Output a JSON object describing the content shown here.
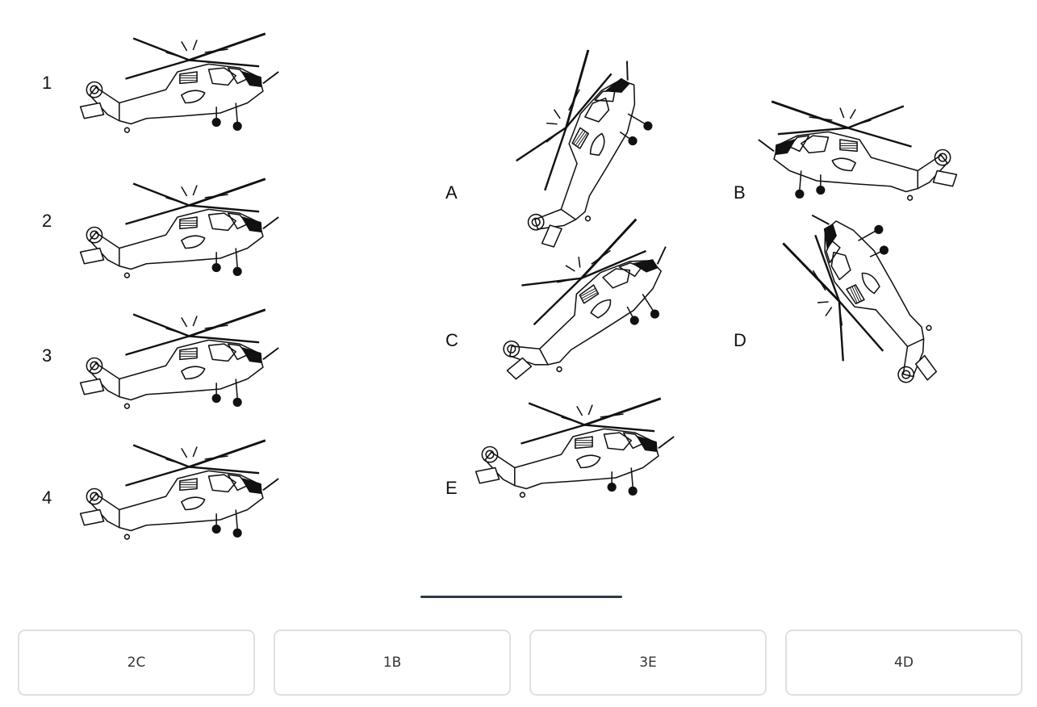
{
  "reference_labels": [
    "1",
    "2",
    "3",
    "4"
  ],
  "candidate_labels": [
    "A",
    "B",
    "C",
    "D",
    "E"
  ],
  "options": [
    "2C",
    "1B",
    "3E",
    "4D"
  ],
  "colors": {
    "divider": "#2d3a46",
    "border": "#e0e0e0",
    "text": "#333333"
  }
}
